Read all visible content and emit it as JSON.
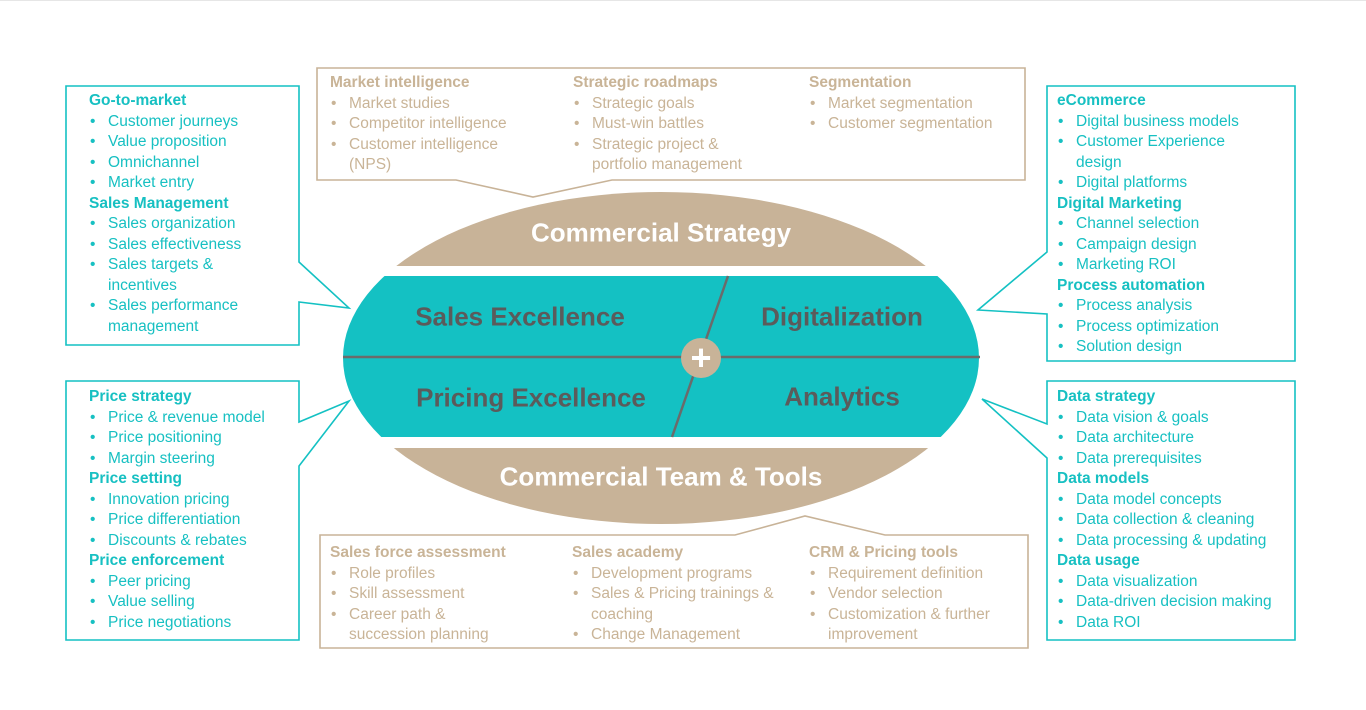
{
  "colors": {
    "teal": "#14C1C3",
    "tan": "#C8B398",
    "segment_text": "#5B5B5B",
    "band_text": "#FFFFFF"
  },
  "center": {
    "top_band": "Commercial Strategy",
    "bottom_band": "Commercial Team & Tools",
    "segments": {
      "top_left": "Sales Excellence",
      "top_right": "Digitalization",
      "bottom_left": "Pricing Excellence",
      "bottom_right": "Analytics"
    },
    "hub_icon": "plus-icon",
    "hub_symbol": "+"
  },
  "boxes": {
    "sales_excellence": {
      "groups": [
        {
          "title": "Go-to-market",
          "items": [
            "Customer journeys",
            "Value proposition",
            "Omnichannel",
            "Market entry"
          ]
        },
        {
          "title": "Sales Management",
          "items": [
            "Sales organization",
            "Sales effectiveness",
            "Sales targets & incentives",
            "Sales performance management"
          ]
        }
      ]
    },
    "pricing_excellence": {
      "groups": [
        {
          "title": "Price strategy",
          "items": [
            "Price & revenue model",
            "Price positioning",
            "Margin steering"
          ]
        },
        {
          "title": "Price setting",
          "items": [
            "Innovation pricing",
            "Price differentiation",
            "Discounts & rebates"
          ]
        },
        {
          "title": "Price enforcement",
          "items": [
            "Peer pricing",
            "Value selling",
            "Price negotiations"
          ]
        }
      ]
    },
    "digitalization": {
      "groups": [
        {
          "title": "eCommerce",
          "items": [
            "Digital business models",
            "Customer Experience design",
            "Digital platforms"
          ]
        },
        {
          "title": "Digital Marketing",
          "items": [
            "Channel selection",
            "Campaign design",
            "Marketing ROI"
          ]
        },
        {
          "title": "Process automation",
          "items": [
            "Process analysis",
            "Process optimization",
            "Solution design"
          ]
        }
      ]
    },
    "analytics": {
      "groups": [
        {
          "title": "Data strategy",
          "items": [
            "Data vision & goals",
            "Data architecture",
            "Data prerequisites"
          ]
        },
        {
          "title": "Data models",
          "items": [
            "Data model concepts",
            "Data collection & cleaning",
            "Data processing & updating"
          ]
        },
        {
          "title": "Data usage",
          "items": [
            "Data visualization",
            "Data-driven decision making",
            "Data ROI"
          ]
        }
      ]
    },
    "commercial_strategy": {
      "columns": [
        {
          "title": "Market intelligence",
          "items": [
            "Market studies",
            "Competitor intelligence",
            "Customer intelligence (NPS)"
          ]
        },
        {
          "title": "Strategic roadmaps",
          "items": [
            "Strategic goals",
            "Must-win battles",
            "Strategic project & portfolio management"
          ]
        },
        {
          "title": "Segmentation",
          "items": [
            "Market segmentation",
            "Customer segmentation"
          ]
        }
      ]
    },
    "commercial_team_tools": {
      "columns": [
        {
          "title": "Sales force assessment",
          "items": [
            "Role profiles",
            "Skill assessment",
            "Career path & succession planning"
          ]
        },
        {
          "title": "Sales academy",
          "items": [
            "Development programs",
            "Sales & Pricing trainings & coaching",
            "Change Management"
          ]
        },
        {
          "title": "CRM & Pricing tools",
          "items": [
            "Requirement definition",
            "Vendor selection",
            "Customization & further improvement"
          ]
        }
      ]
    }
  }
}
